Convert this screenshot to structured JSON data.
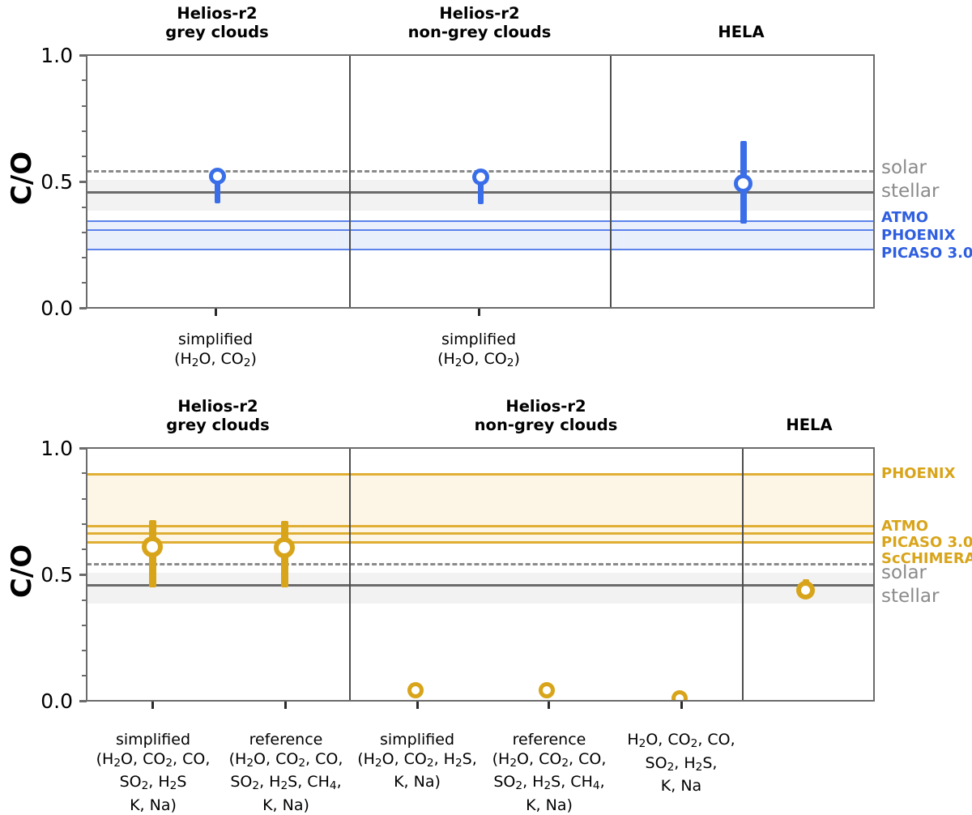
{
  "figure": {
    "ylabel": "C/O",
    "ytick_labels": [
      "1.0",
      "0.5",
      "0.0"
    ],
    "colors": {
      "top_accent": "#3a6ee8",
      "bottom_accent": "#d8a41a",
      "solar": "#8a8a8a",
      "stellar": "#6b6b6b",
      "axis": "#6b6b6b"
    }
  },
  "panels": [
    {
      "id": "top",
      "groups": [
        {
          "title": "Helios-r2\ngrey clouds"
        },
        {
          "title": "Helios-r2\nnon-grey clouds"
        },
        {
          "title": "HELA"
        }
      ],
      "xtick_labels": [
        "simplified\n(H₂O, CO₂)",
        "simplified\n(H₂O, CO₂)"
      ],
      "right_labels": [
        {
          "text": "solar",
          "style": "grey"
        },
        {
          "text": "stellar",
          "style": "grey"
        },
        {
          "text": "ATMO",
          "style": "blue"
        },
        {
          "text": "PHOENIX",
          "style": "blue"
        },
        {
          "text": "PICASO 3.0",
          "style": "blue"
        }
      ]
    },
    {
      "id": "bottom",
      "groups": [
        {
          "title": "Helios-r2\ngrey clouds"
        },
        {
          "title": "Helios-r2\nnon-grey clouds"
        },
        {
          "title": "HELA"
        }
      ],
      "xtick_labels": [
        "simplified\n(H₂O, CO₂, CO,\nSO₂, H₂S\nK, Na)",
        "reference\n(H₂O, CO₂, CO,\nSO₂, H₂S, CH₄,\nK, Na)",
        "simplified\n(H₂O, CO₂, H₂S,\nK, Na)",
        "reference\n(H₂O, CO₂, CO,\nSO₂, H₂S, CH₄,\nK, Na)",
        "H₂O, CO₂, CO,\nSO₂, H₂S,\nK, Na"
      ],
      "right_labels": [
        {
          "text": "PHOENIX",
          "style": "gold"
        },
        {
          "text": "ATMO",
          "style": "gold"
        },
        {
          "text": "PICASO 3.0",
          "style": "gold"
        },
        {
          "text": "ScCHIMERA",
          "style": "gold"
        },
        {
          "text": "solar",
          "style": "grey"
        },
        {
          "text": "stellar",
          "style": "grey"
        }
      ]
    }
  ],
  "chart_data": [
    {
      "type": "scatter",
      "panel": "top",
      "title": "",
      "xlabel": "",
      "ylabel": "C/O",
      "ylim": [
        0.0,
        1.0
      ],
      "yticks": [
        0.0,
        0.5,
        1.0
      ],
      "grid": false,
      "legend_position": "right-outside",
      "marker_color": "#3a6ee8",
      "categories": [
        "Helios-r2 grey clouds / simplified (H2O, CO2)",
        "Helios-r2 non-grey clouds / simplified (H2O, CO2)",
        "HELA"
      ],
      "values": [
        0.465,
        0.463,
        0.495
      ],
      "errors": [
        {
          "low": 0.415,
          "high": 0.47
        },
        {
          "low": 0.415,
          "high": 0.47
        },
        {
          "low": 0.335,
          "high": 0.66
        }
      ],
      "reference_lines": [
        {
          "name": "solar",
          "value": 0.545,
          "style": "dashed",
          "color": "#8a8a8a"
        },
        {
          "name": "stellar",
          "value": 0.46,
          "style": "solid",
          "color": "#6b6b6b"
        },
        {
          "name": "ATMO",
          "value": 0.345,
          "style": "solid",
          "color": "#3a6ee8"
        },
        {
          "name": "PHOENIX",
          "value": 0.31,
          "style": "solid",
          "color": "#3a6ee8"
        },
        {
          "name": "PICASO 3.0",
          "value": 0.235,
          "style": "solid",
          "color": "#3a6ee8"
        }
      ],
      "bands": [
        {
          "name": "solar/stellar range",
          "low": 0.385,
          "high": 0.505,
          "color": "#f2f2f2"
        },
        {
          "name": "model range",
          "low": 0.235,
          "high": 0.345,
          "color": "#eaeffc"
        }
      ]
    },
    {
      "type": "scatter",
      "panel": "bottom",
      "title": "",
      "xlabel": "",
      "ylabel": "C/O",
      "ylim": [
        0.0,
        1.0
      ],
      "yticks": [
        0.0,
        0.5,
        1.0
      ],
      "grid": false,
      "legend_position": "right-outside",
      "marker_color": "#d8a41a",
      "categories": [
        "Helios-r2 grey clouds / simplified (H2O, CO2, CO, SO2, H2S, K, Na)",
        "Helios-r2 grey clouds / reference (H2O, CO2, CO, SO2, H2S, CH4, K, Na)",
        "Helios-r2 non-grey clouds / simplified (H2O, CO2, H2S, K, Na)",
        "Helios-r2 non-grey clouds / reference (H2O, CO2, CO, SO2, H2S, CH4, K, Na)",
        "Helios-r2 non-grey clouds / H2O, CO2, CO, SO2, H2S, K, Na",
        "HELA"
      ],
      "values": [
        0.615,
        0.61,
        0.035,
        0.035,
        0.005,
        0.44
      ],
      "errors": [
        {
          "low": 0.45,
          "high": 0.715
        },
        {
          "low": 0.45,
          "high": 0.71
        },
        null,
        null,
        null,
        {
          "low": 0.405,
          "high": 0.48
        }
      ],
      "reference_lines": [
        {
          "name": "PHOENIX",
          "value": 0.9,
          "style": "solid",
          "color": "#d8a41a"
        },
        {
          "name": "ATMO",
          "value": 0.695,
          "style": "solid",
          "color": "#d8a41a"
        },
        {
          "name": "PICASO 3.0",
          "value": 0.665,
          "style": "solid",
          "color": "#d8a41a"
        },
        {
          "name": "ScCHIMERA",
          "value": 0.63,
          "style": "solid",
          "color": "#d8a41a"
        },
        {
          "name": "solar",
          "value": 0.545,
          "style": "dashed",
          "color": "#8a8a8a"
        },
        {
          "name": "stellar",
          "value": 0.46,
          "style": "solid",
          "color": "#6b6b6b"
        }
      ],
      "bands": [
        {
          "name": "model range",
          "low": 0.63,
          "high": 0.9,
          "color": "#fdf6e7"
        },
        {
          "name": "solar/stellar range",
          "low": 0.385,
          "high": 0.505,
          "color": "#f2f2f2"
        }
      ]
    }
  ]
}
